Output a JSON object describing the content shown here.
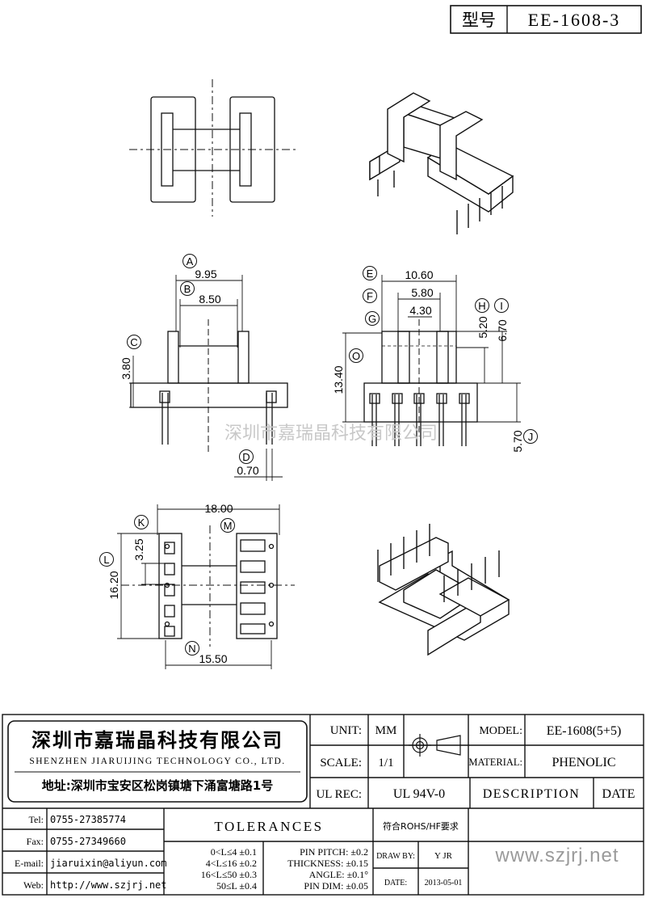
{
  "title_box": {
    "label": "型号",
    "part_no": "EE-1608-3"
  },
  "dimensions": {
    "A": {
      "letter": "A",
      "value": "9.95"
    },
    "B": {
      "letter": "B",
      "value": "8.50"
    },
    "C": {
      "letter": "C",
      "value": "3.80"
    },
    "D": {
      "letter": "D",
      "value": "0.70"
    },
    "E": {
      "letter": "E",
      "value": "10.60"
    },
    "F": {
      "letter": "F",
      "value": "5.80"
    },
    "G": {
      "letter": "G",
      "value": "4.30"
    },
    "H": {
      "letter": "H",
      "value": "5.20"
    },
    "I": {
      "letter": "I",
      "value": "6.70"
    },
    "O": {
      "letter": "O",
      "value": "13.40"
    },
    "J": {
      "letter": "J",
      "value": "5.70"
    },
    "K": {
      "letter": "K",
      "value": "3.25"
    },
    "L": {
      "letter": "L",
      "value": "16.20"
    },
    "M": {
      "letter": "M",
      "value": "18.00"
    },
    "N": {
      "letter": "N",
      "value": "15.50"
    }
  },
  "watermark": "深圳市嘉瑞晶科技有限公司",
  "company": {
    "name_cn": "深圳市嘉瑞晶科技有限公司",
    "name_en": "SHENZHEN JIARUIJING TECHNOLOGY CO., LTD.",
    "address": "地址:深圳市宝安区松岗镇塘下涌富塘路1号"
  },
  "spec": {
    "unit_label": "UNIT:",
    "unit_value": "MM",
    "scale_label": "SCALE:",
    "scale_value": "1/1",
    "ulrec_label": "UL REC:",
    "ulrec_value": "UL 94V-0",
    "model_label": "MODEL:",
    "model_value": "EE-1608(5+5)",
    "material_label": "MATERIAL:",
    "material_value": "PHENOLIC",
    "description_label": "DESCRIPTION",
    "date_label": "DATE",
    "rohs": "符合ROHS/HF要求",
    "drawby_label": "DRAW BY:",
    "drawby_value": "Y JR",
    "date2_label": "DATE:",
    "date2_value": "2013-05-01",
    "website": "www.szjrj.net"
  },
  "contact": {
    "tel_label": "Tel:",
    "tel_value": "0755-27385774",
    "fax_label": "Fax:",
    "fax_value": "0755-27349660",
    "email_label": "E-mail:",
    "email_value": "jiaruixin@aliyun.com",
    "web_label": "Web:",
    "web_value": "http://www.szjrj.net"
  },
  "tolerances": {
    "title": "TOLERANCES",
    "rows": [
      "0<L≤4  ±0.1",
      "4<L≤16  ±0.2",
      "16<L≤50  ±0.3",
      "50≤L  ±0.4"
    ],
    "pin_pitch": "PIN PITCH: ±0.2",
    "thickness": "THICKNESS: ±0.15",
    "angle": "ANGLE: ±0.1°",
    "pin_dim": "PIN DIM: ±0.05"
  }
}
